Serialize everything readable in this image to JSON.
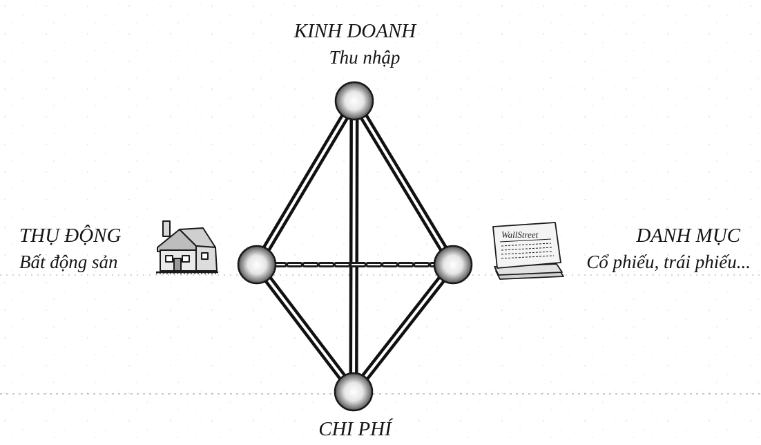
{
  "nodes": {
    "top": {
      "title": "KINH DOANH",
      "subtitle": "Thu nhập"
    },
    "left": {
      "title": "THỤ ĐỘNG",
      "subtitle": "Bất động sản"
    },
    "right": {
      "title": "DANH MỤC",
      "subtitle": "Cổ phiếu, trái phiếu..."
    },
    "bottom": {
      "title": "CHI PHÍ"
    }
  },
  "icons": {
    "left": "house-icon",
    "right": "newspaper-stack-icon"
  },
  "newspaper_masthead": "WallStreet"
}
